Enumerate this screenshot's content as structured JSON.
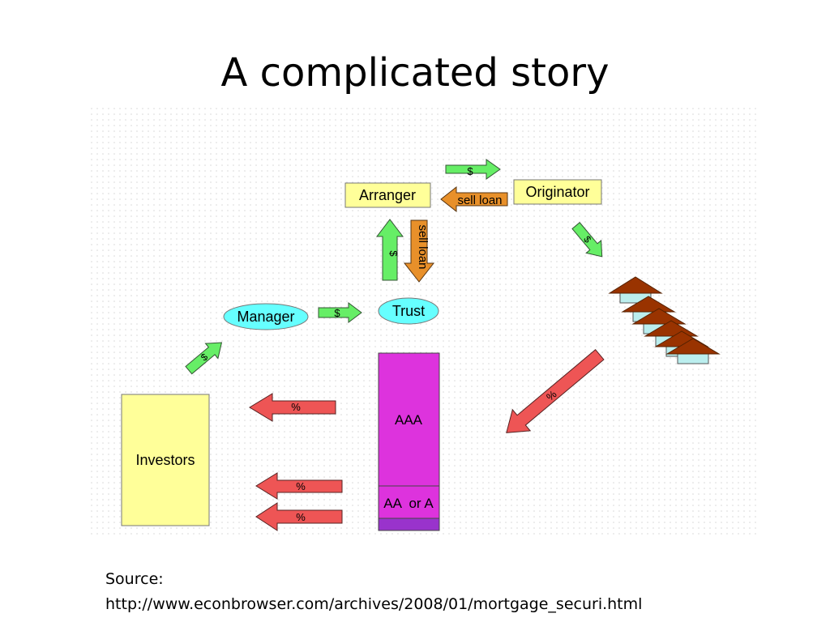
{
  "slide": {
    "title": "A complicated story",
    "source_label": "Source:",
    "source_url": "http://www.econbrowser.com/archives/2008/01/mortgage_securi.html"
  },
  "diagram": {
    "nodes": {
      "arranger": "Arranger",
      "originator": "Originator",
      "manager": "Manager",
      "trust": "Trust",
      "investors": "Investors",
      "tranche_aaa": "AAA",
      "tranche_aa": "AA  or A"
    },
    "arrow_labels": {
      "dollar": "$",
      "sell_loan": "sell loan",
      "percent": "%"
    },
    "colors": {
      "box_yellow": "#ffff99",
      "ellipse_cyan": "#66ffff",
      "arrow_green": "#66ee66",
      "arrow_orange": "#e8902a",
      "arrow_red": "#ee5555",
      "tranche_magenta": "#dd33dd",
      "tranche_purple": "#9933cc",
      "house_roof": "#993300",
      "house_body": "#bbeeee"
    }
  }
}
